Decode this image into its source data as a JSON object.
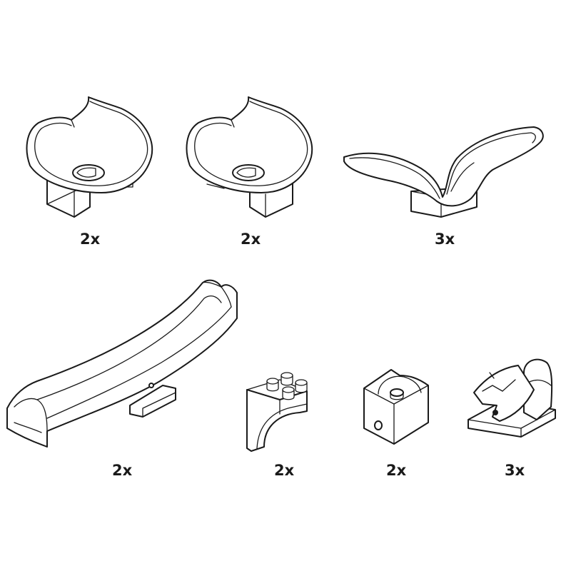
{
  "parts": [
    {
      "name": "funnel-bowl-a",
      "quantity": "2x"
    },
    {
      "name": "funnel-bowl-b",
      "quantity": "2x"
    },
    {
      "name": "wing-catcher",
      "quantity": "3x"
    },
    {
      "name": "curved-rail",
      "quantity": "2x"
    },
    {
      "name": "arch-brick",
      "quantity": "2x"
    },
    {
      "name": "cradle-cube",
      "quantity": "2x"
    },
    {
      "name": "flip-gate",
      "quantity": "3x"
    }
  ],
  "colors": {
    "line": "#1a1a1a",
    "background": "#ffffff"
  }
}
